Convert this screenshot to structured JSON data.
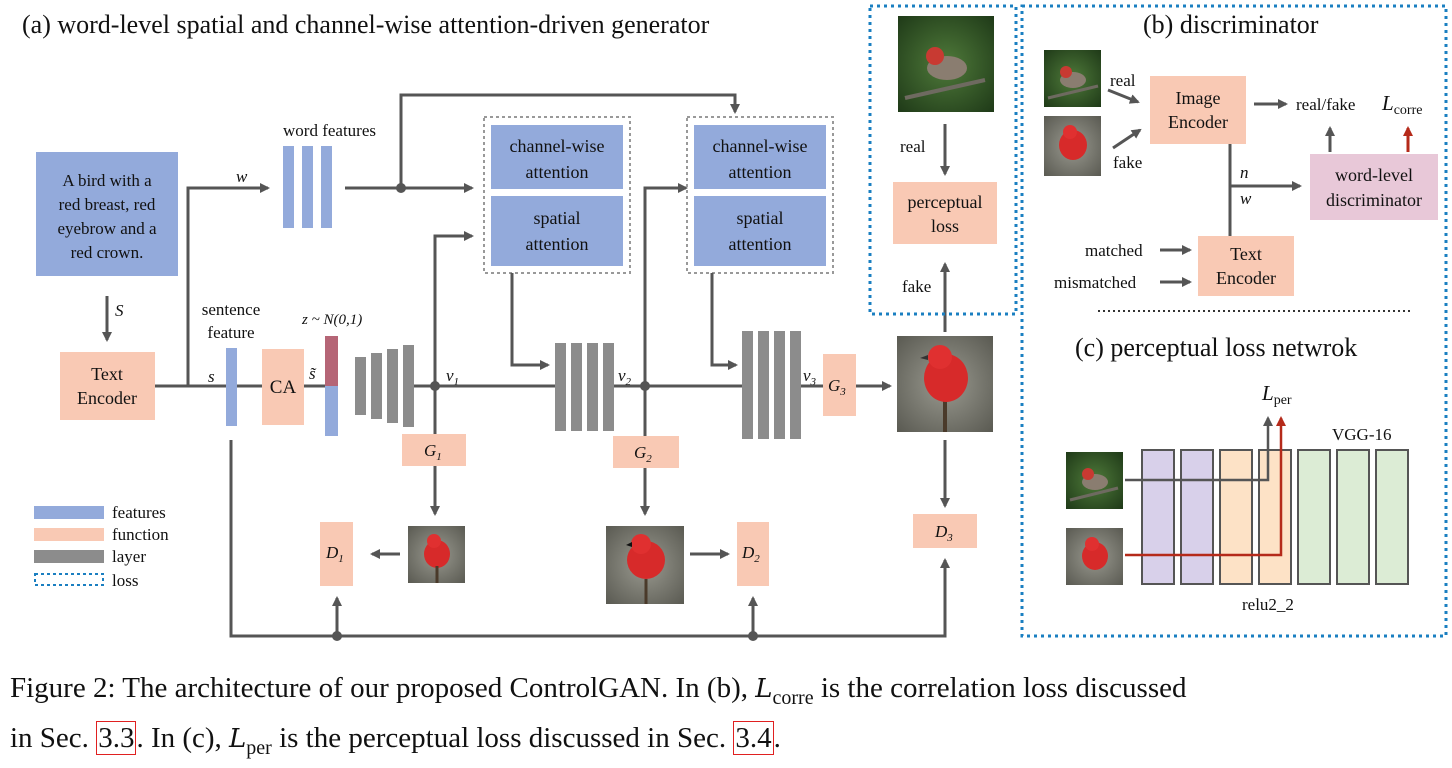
{
  "panel_a": {
    "title": "(a) word-level spatial and channel-wise attention-driven generator",
    "input_text": [
      "A bird with a",
      "red breast, red",
      "eyebrow and a",
      "red crown."
    ],
    "s_label": "S",
    "w_label": "w",
    "text_encoder": [
      "Text",
      "Encoder"
    ],
    "word_features": "word features",
    "sentence_feature": [
      "sentence",
      "feature"
    ],
    "s_small": "s",
    "ca": "CA",
    "s_tilde": "s̃",
    "z_noise": "z ~ N(0,1)",
    "channel_attention": [
      "channel-wise",
      "attention"
    ],
    "spatial_attention": [
      "spatial",
      "attention"
    ],
    "v": [
      "v",
      "1",
      "2",
      "3"
    ],
    "G": [
      "G",
      "1",
      "2",
      "3"
    ],
    "D": [
      "D",
      "1",
      "2",
      "3"
    ]
  },
  "perceptual_box": {
    "real": "real",
    "fake": "fake",
    "perceptual_loss": [
      "perceptual",
      "loss"
    ]
  },
  "legend": {
    "items": [
      {
        "label": "features",
        "color": "#93aadb"
      },
      {
        "label": "function",
        "color": "#f9c9b4"
      },
      {
        "label": "layer",
        "color": "#8c8c8c"
      },
      {
        "label": "loss",
        "color": "#1a7fc1"
      }
    ]
  },
  "panel_b": {
    "title": "(b) discriminator",
    "real": "real",
    "fake": "fake",
    "image_encoder": [
      "Image",
      "Encoder"
    ],
    "real_fake": "real/fake",
    "L_corre": [
      "L",
      "corre"
    ],
    "n": "n",
    "w": "w",
    "word_level_disc": [
      "word-level",
      "discriminator"
    ],
    "matched": "matched",
    "mismatched": "mismatched",
    "text_encoder": [
      "Text",
      "Encoder"
    ]
  },
  "panel_c": {
    "title": "(c) perceptual loss netwrok",
    "L_per": [
      "L",
      "per"
    ],
    "vgg": "VGG-16",
    "relu": "relu2_2"
  },
  "caption": {
    "prefix": "Figure 2: The architecture of our proposed ControlGAN. In (b), ",
    "l1_script": "L",
    "l1_sub": "corre",
    "mid1": " is the correlation loss discussed",
    "line2_prefix": "in Sec. ",
    "ref1": "3.3",
    "mid2": ". In (c), ",
    "l2_script": "L",
    "l2_sub": "per",
    "mid3": " is the perceptual loss discussed in Sec. ",
    "ref2": "3.4",
    "end": "."
  },
  "colors": {
    "features": "#93aadb",
    "function": "#f9c9b4",
    "layer": "#8c8c8c",
    "loss": "#1a7fc1",
    "discriminator": "#e8c8d8",
    "arrow": "#555555",
    "red_arrow": "#b52a1a",
    "vgg_purple": "#d8d0ea",
    "vgg_orange": "#fde2c6",
    "vgg_green": "#dcecd5"
  }
}
